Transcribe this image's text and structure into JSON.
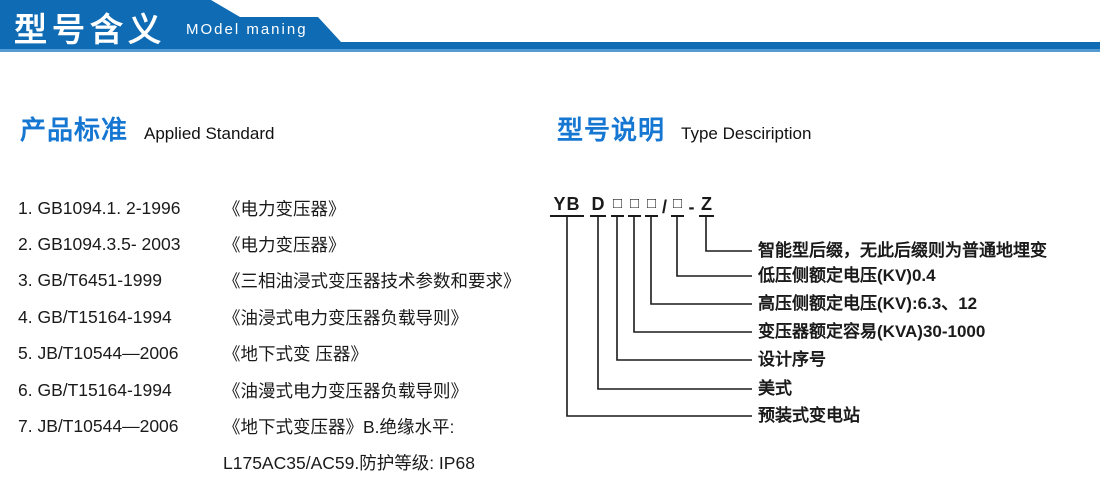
{
  "banner": {
    "title": "型号含义",
    "subtitle": "MOdel maning"
  },
  "colors": {
    "banner_blue": "#0e6bb4",
    "banner_light_stripe": "#569ad2",
    "heading_blue": "#1677d2",
    "text": "#1a1a1a"
  },
  "standards": {
    "heading_cn": "产品标准",
    "heading_en": "Applied Standard",
    "items": [
      {
        "code": "1. GB1094.1. 2-1996",
        "title": "《电力变压器》"
      },
      {
        "code": "2. GB1094.3.5- 2003",
        "title": "《电力变压器》"
      },
      {
        "code": "3. GB/T6451-1999",
        "title": "《三相油浸式变压器技术参数和要求》"
      },
      {
        "code": "4. GB/T15164-1994",
        "title": "《油浸式电力变压器负载导则》"
      },
      {
        "code": "5. JB/T10544—2006",
        "title": "《地下式变 压器》"
      },
      {
        "code": "6. GB/T15164-1994",
        "title": "《油漫式电力变压器负载导则》"
      },
      {
        "code": "7. JB/T10544—2006",
        "title": "《地下式变压器》B.绝缘水平:"
      }
    ],
    "continuation": "L175AC35/AC59.防护等级: IP68"
  },
  "type_description": {
    "heading_cn": "型号说明",
    "heading_en": "Type Desciription",
    "model_code": "YBD□□□/□-Z",
    "code_parts": [
      "YB",
      "D",
      "□",
      "□",
      "□",
      "/",
      "□",
      "-",
      "Z"
    ],
    "labels": [
      "智能型后缀，无此后缀则为普通地埋变",
      "低压侧额定电压(KV)0.4",
      "高压侧额定电压(KV):6.3、12",
      "变压器额定容易(KVA)30-1000",
      "设计序号",
      "美式",
      "预装式变电站"
    ]
  }
}
